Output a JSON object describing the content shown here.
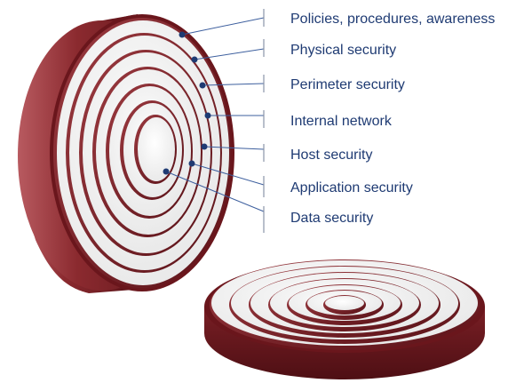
{
  "layers": [
    {
      "id": "policies",
      "label": "Policies, procedures, awareness"
    },
    {
      "id": "physical",
      "label": "Physical security"
    },
    {
      "id": "perimeter",
      "label": "Perimeter security"
    },
    {
      "id": "internal",
      "label": "Internal  network"
    },
    {
      "id": "host",
      "label": "Host security"
    },
    {
      "id": "application",
      "label": "Application security"
    },
    {
      "id": "data",
      "label": "Data security"
    }
  ],
  "colors": {
    "disk_dark": "#5a1218",
    "disk_mid": "#8b2a2f",
    "disk_light": "#b4545a",
    "face": "#f4f4f4",
    "leader": "#3d5f9e",
    "label_text": "#1f3b73",
    "dot": "#1f3b73"
  }
}
